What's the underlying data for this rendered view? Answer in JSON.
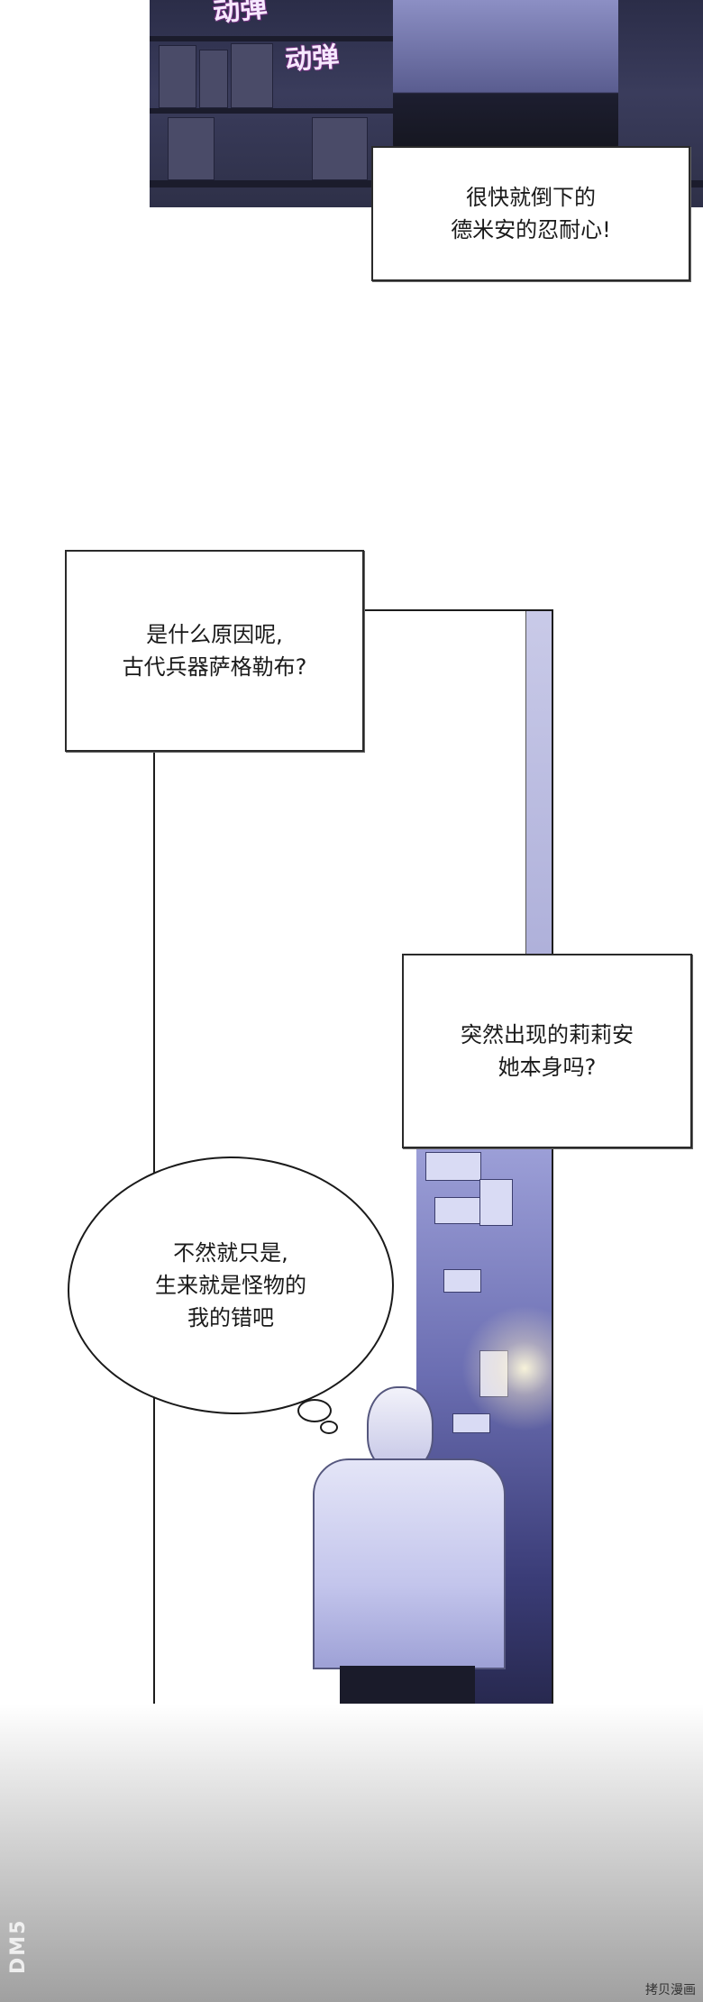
{
  "panel_top": {
    "sfx": [
      "动弹",
      "动弹"
    ]
  },
  "narration_1": {
    "lines": [
      "很快就倒下的",
      "德米安的忍耐心!"
    ]
  },
  "narration_2": {
    "lines": [
      "是什么原因呢,",
      "古代兵器萨格勒布?"
    ]
  },
  "narration_3": {
    "lines": [
      "突然出现的莉莉安",
      "她本身吗?"
    ]
  },
  "thought_bubble": {
    "lines": [
      "不然就只是,",
      "生来就是怪物的",
      "我的错吧"
    ]
  },
  "watermark": {
    "left": "DM5",
    "right": "拷贝漫画"
  },
  "colors": {
    "panel_dark": "#2b2d48",
    "lavender": "#a7a9d6",
    "sfx_purple": "#6c2f7a"
  }
}
